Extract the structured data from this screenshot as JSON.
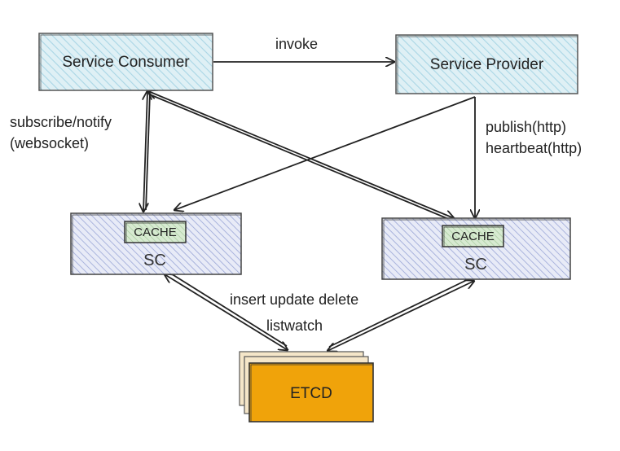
{
  "nodes": {
    "consumer": {
      "label": "Service Consumer"
    },
    "provider": {
      "label": "Service Provider"
    },
    "sc_left": {
      "label": "SC",
      "cache_label": "CACHE"
    },
    "sc_right": {
      "label": "SC",
      "cache_label": "CACHE"
    },
    "etcd": {
      "label": "ETCD"
    }
  },
  "edges": {
    "invoke": "invoke",
    "subscribe_line1": "subscribe/notify",
    "subscribe_line2": "(websocket)",
    "publish_line1": "publish(http)",
    "publish_line2": "heartbeat(http)",
    "etcd_line1": "insert update delete",
    "etcd_line2": "listwatch"
  },
  "colors": {
    "service_fill": "#dff0f5",
    "service_hatch": "#a9d6e5",
    "service_border": "#555555",
    "sc_fill": "#e8ebf7",
    "sc_hatch": "#9aa6d6",
    "sc_border": "#444444",
    "cache_fill": "#d7ead1",
    "cache_border": "#333333",
    "etcd_fill": "#f0a30a",
    "etcd_border": "#333333",
    "etcd_back_fill": "#f5e6c8"
  }
}
